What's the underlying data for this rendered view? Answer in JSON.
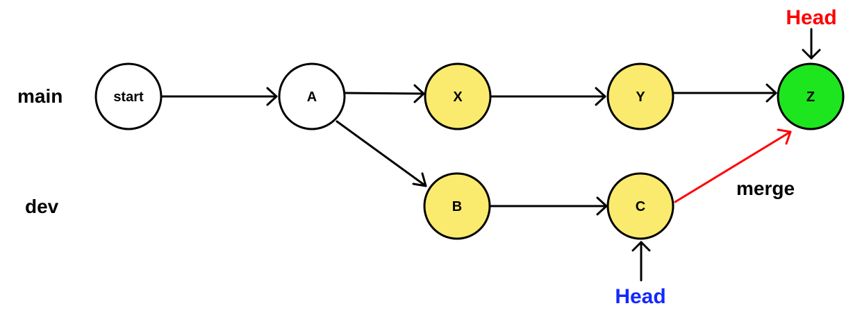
{
  "branches": {
    "main": "main",
    "dev": "dev"
  },
  "nodes": {
    "start": {
      "label": "start",
      "fill": "#ffffff"
    },
    "a": {
      "label": "A",
      "fill": "#ffffff"
    },
    "x": {
      "label": "X",
      "fill": "#faeb6e"
    },
    "y": {
      "label": "Y",
      "fill": "#faeb6e"
    },
    "z": {
      "label": "Z",
      "fill": "#1ee61e"
    },
    "b": {
      "label": "B",
      "fill": "#faeb6e"
    },
    "c": {
      "label": "C",
      "fill": "#faeb6e"
    }
  },
  "heads": {
    "main": {
      "label": "Head",
      "color": "#ff0000"
    },
    "dev": {
      "label": "Head",
      "color": "#1428ff"
    }
  },
  "merge": {
    "label": "merge",
    "color": "#ff0000"
  }
}
